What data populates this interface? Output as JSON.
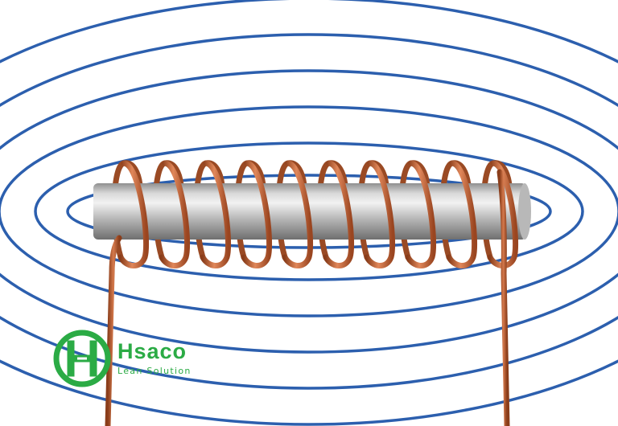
{
  "image": {
    "subject": "solenoid-electromagnet",
    "colors": {
      "field_lines": "#2c5fae",
      "coil_wire": "#c76532",
      "core": "#c4c4c4"
    }
  },
  "logo": {
    "name": "Hsaco",
    "tagline": "Lean Solution",
    "color": "#2bab45",
    "icon": "hsaco-logo-icon"
  }
}
